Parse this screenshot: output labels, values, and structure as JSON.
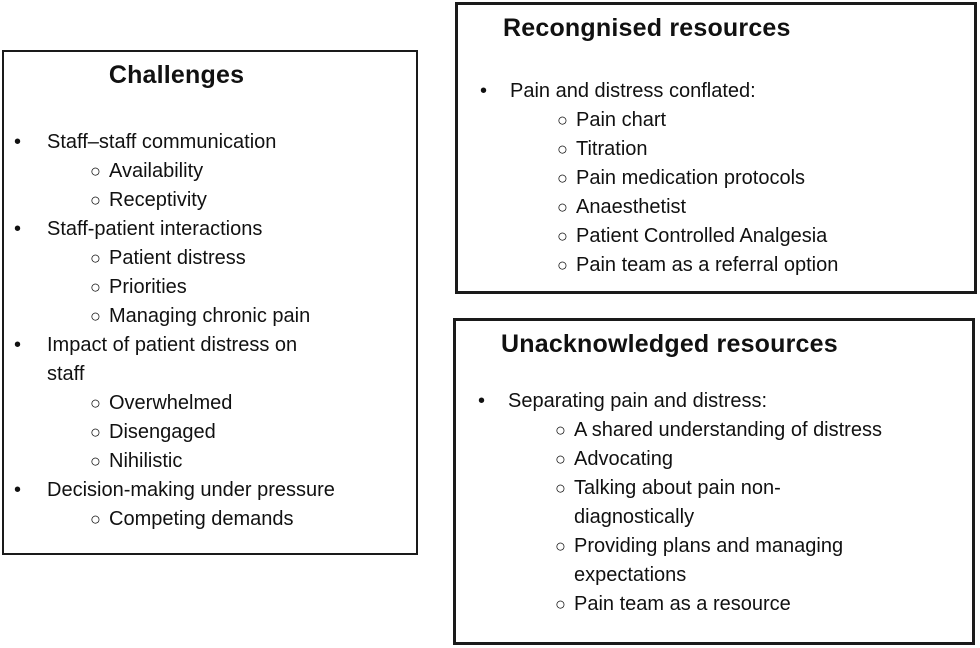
{
  "glyphs": {
    "bullet": "•",
    "circle": "○"
  },
  "colors": {
    "border": "#1a1a1a",
    "text": "#111111",
    "background": "#ffffff"
  },
  "boxes": {
    "challenges": {
      "title": "Challenges",
      "items": [
        {
          "label": "Staff–staff communication",
          "subs": [
            "Availability",
            "Receptivity"
          ]
        },
        {
          "label": "Staff-patient interactions",
          "subs": [
            "Patient distress",
            "Priorities",
            "Managing chronic pain"
          ]
        },
        {
          "label": "Impact of patient distress on staff",
          "subs": [
            "Overwhelmed",
            "Disengaged",
            "Nihilistic"
          ]
        },
        {
          "label": "Decision-making under pressure",
          "subs": [
            "Competing demands"
          ]
        }
      ]
    },
    "recognised": {
      "title": "Recongnised resources",
      "items": [
        {
          "label": "Pain and distress conflated:",
          "subs": [
            "Pain chart",
            "Titration",
            "Pain medication protocols",
            "Anaesthetist",
            "Patient Controlled Analgesia",
            "Pain team as a referral option"
          ]
        }
      ]
    },
    "unacknowledged": {
      "title": "Unacknowledged resources",
      "items": [
        {
          "label": "Separating pain and distress:",
          "subs": [
            "A shared understanding of distress",
            "Advocating",
            "Talking about pain non-diagnostically",
            "Providing plans and managing expectations",
            "Pain team as a resource"
          ]
        }
      ]
    }
  }
}
